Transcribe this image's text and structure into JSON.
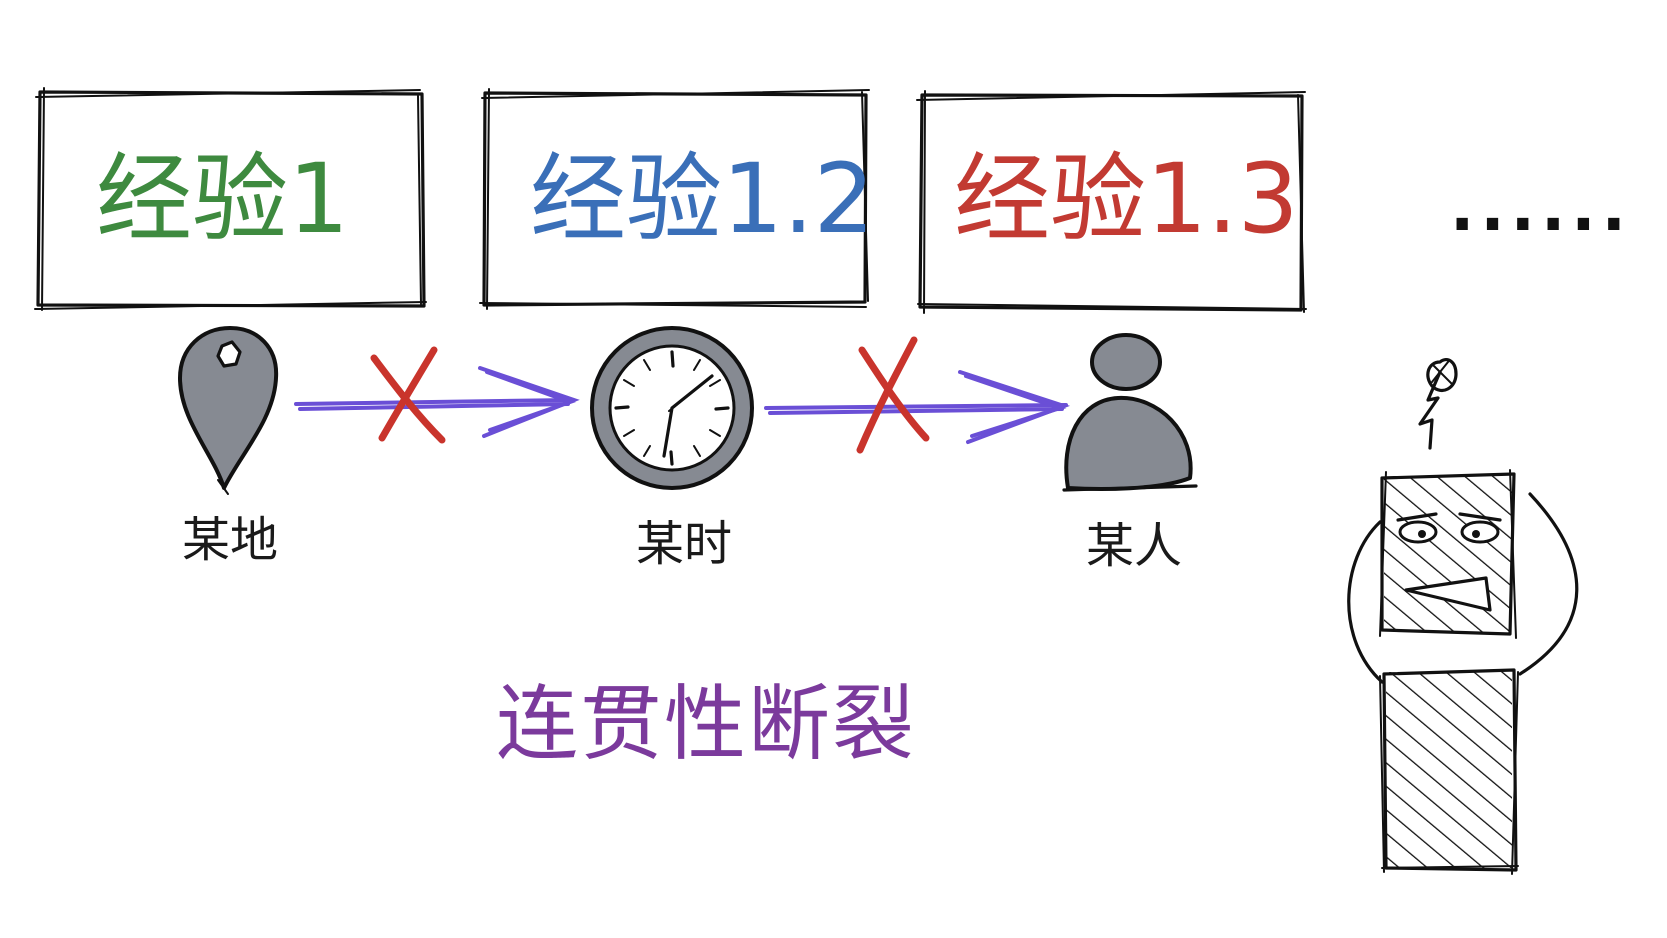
{
  "boxes": [
    {
      "label": "经验1",
      "color": "#3e8a3f"
    },
    {
      "label": "经验1.2",
      "color": "#3a6fb8"
    },
    {
      "label": "经验1.3",
      "color": "#c23a32"
    }
  ],
  "ellipsis": "......",
  "icons": [
    {
      "label": "某地",
      "icon": "location-pin-icon"
    },
    {
      "label": "某时",
      "icon": "clock-icon"
    },
    {
      "label": "某人",
      "icon": "person-icon"
    }
  ],
  "summary": "连贯性断裂",
  "colors": {
    "arrow": "#6a4fd6",
    "cross": "#c9342c",
    "summary": "#7b3a9c",
    "icon_fill": "#868a92"
  }
}
